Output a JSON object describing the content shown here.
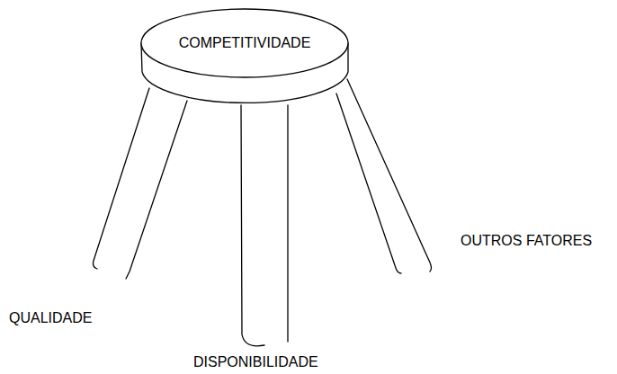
{
  "diagram": {
    "nodes": [
      {
        "text": [
          "COMPETITIVIDADE"
        ]
      }
    ],
    "labels": [
      "QUALIDADE",
      "DISPONIBILIDADE",
      "OUTROS FATORES"
    ]
  }
}
